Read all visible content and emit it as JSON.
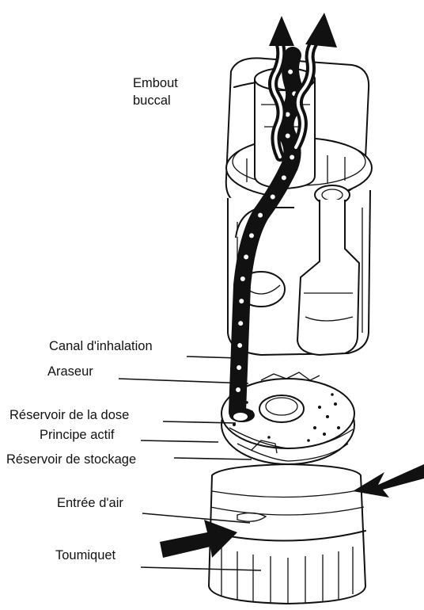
{
  "labels": {
    "mouthpiece_line1": "Embout",
    "mouthpiece_line2": "buccal",
    "inhalation_channel": "Canal d'inhalation",
    "scraper": "Araseur",
    "dose_reservoir": "Réservoir de la dose",
    "active_ingredient": "Principe actif",
    "storage_reservoir": "Réservoir de stockage",
    "air_inlet": "Entrée d'air",
    "turning_grip": "Toumiquet"
  },
  "colors": {
    "ink": "#111111",
    "background": "#ffffff"
  }
}
